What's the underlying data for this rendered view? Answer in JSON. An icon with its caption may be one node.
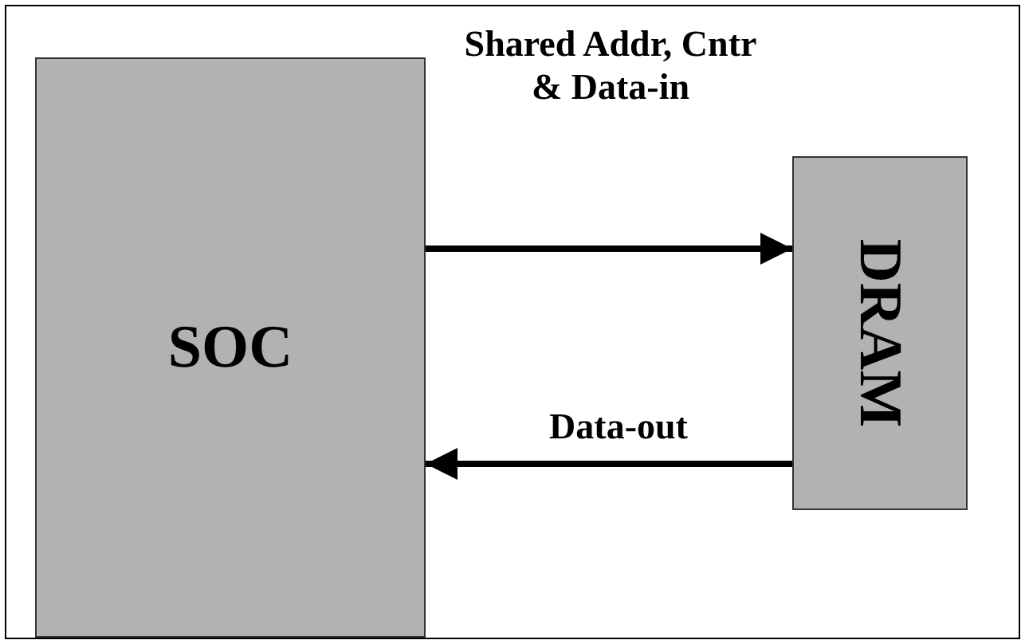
{
  "diagram": {
    "nodes": [
      {
        "text": [
          "SOC"
        ]
      },
      {
        "text": [
          "DRAM"
        ]
      }
    ],
    "edges": [
      {
        "from": 0,
        "to": 1,
        "arrow": "to",
        "label": "Shared Addr, Cntr & Data-in"
      },
      {
        "from": 1,
        "to": 0,
        "arrow": "to",
        "label": "Data-out"
      }
    ]
  }
}
